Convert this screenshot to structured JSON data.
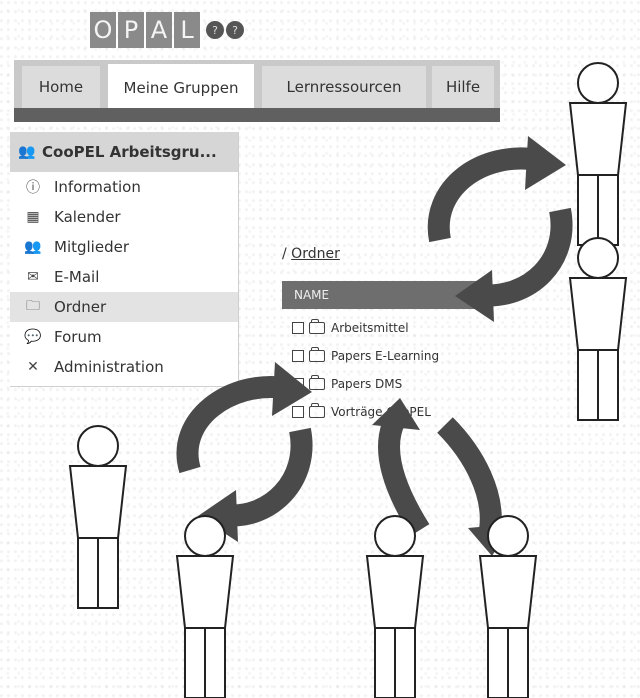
{
  "logo": {
    "letters": [
      "O",
      "P",
      "A",
      "L"
    ],
    "circles": [
      "?",
      "?"
    ]
  },
  "nav": {
    "tabs": [
      {
        "label": "Home"
      },
      {
        "label": "Meine Gruppen"
      },
      {
        "label": "Lernressourcen"
      },
      {
        "label": "Hilfe"
      }
    ]
  },
  "sidebar": {
    "group_title": "CooPEL Arbeitsgru...",
    "items": [
      {
        "label": "Information",
        "icon": "info-icon"
      },
      {
        "label": "Kalender",
        "icon": "calendar-icon"
      },
      {
        "label": "Mitglieder",
        "icon": "members-icon"
      },
      {
        "label": "E-Mail",
        "icon": "mail-icon"
      },
      {
        "label": "Ordner",
        "icon": "folder-icon"
      },
      {
        "label": "Forum",
        "icon": "forum-icon"
      },
      {
        "label": "Administration",
        "icon": "tools-icon"
      }
    ]
  },
  "folder": {
    "breadcrumb_sep": "/",
    "breadcrumb": "Ordner",
    "header": "NAME",
    "rows": [
      "Arbeitsmittel",
      "Papers E-Learning",
      "Papers DMS",
      "Vorträge CooPEL"
    ]
  },
  "diagram": {
    "figures": [
      "person",
      "person",
      "person",
      "person",
      "person",
      "person"
    ],
    "arrow_cycles": [
      "exchange-cycle",
      "exchange-cycle",
      "exchange-cycle"
    ]
  }
}
